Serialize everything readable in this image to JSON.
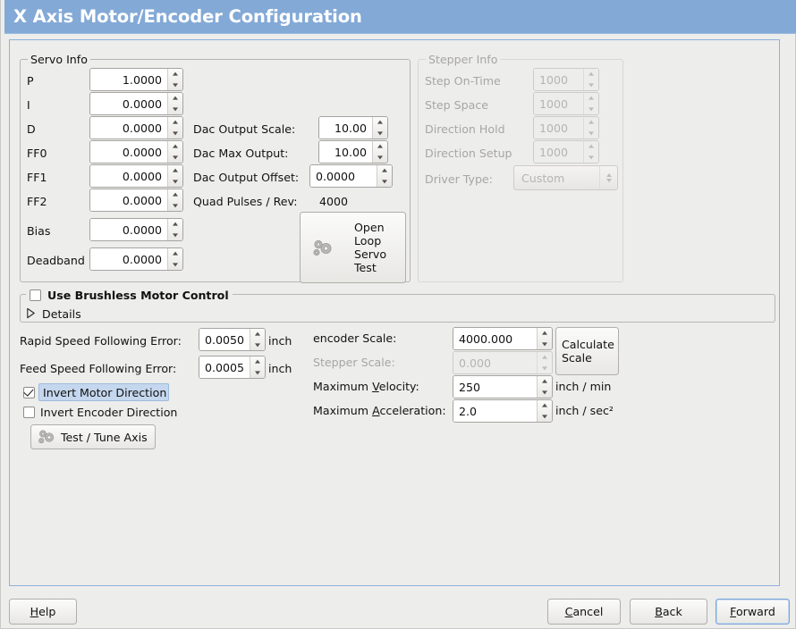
{
  "window": {
    "title": "X Axis Motor/Encoder Configuration",
    "title_bg": "#83a9d6",
    "title_fg": "#ffffff",
    "bg": "#ededec",
    "focus_frame_color": "#90b0d8"
  },
  "servo_info": {
    "legend": "Servo Info",
    "rows": [
      {
        "label": "P",
        "value": "1.0000"
      },
      {
        "label": "I",
        "value": "0.0000"
      },
      {
        "label": "D",
        "value": "0.0000"
      },
      {
        "label": "FF0",
        "value": "0.0000"
      },
      {
        "label": "FF1",
        "value": "0.0000"
      },
      {
        "label": "FF2",
        "value": "0.0000"
      },
      {
        "label": "Bias",
        "value": "0.0000"
      },
      {
        "label": "Deadband",
        "value": "0.0000"
      }
    ],
    "dac": [
      {
        "label": "Dac Output Scale:",
        "value": "10.00"
      },
      {
        "label": "Dac Max Output:",
        "value": "10.00"
      },
      {
        "label": "Dac Output Offset:",
        "value": "0.0000"
      }
    ],
    "quad_pulses": {
      "label": "Quad Pulses / Rev:",
      "value": "4000"
    },
    "open_loop_button": {
      "icon": "gears-icon",
      "lines": [
        "Open",
        "Loop",
        "Servo",
        "Test"
      ]
    }
  },
  "stepper_info": {
    "legend": "Stepper Info",
    "enabled": false,
    "rows": [
      {
        "label": "Step On-Time",
        "value": "1000"
      },
      {
        "label": "Step Space",
        "value": "1000"
      },
      {
        "label": "Direction Hold",
        "value": "1000"
      },
      {
        "label": "Direction Setup",
        "value": "1000"
      }
    ],
    "driver_type": {
      "label": "Driver Type:",
      "value": "Custom"
    }
  },
  "brushless": {
    "checkbox_label": "Use Brushless Motor Control",
    "checked": false,
    "details_label": "Details",
    "details_expanded": false
  },
  "tuning": {
    "rapid_error": {
      "label": "Rapid Speed Following Error:",
      "value": "0.0050",
      "unit": "inch"
    },
    "feed_error": {
      "label": "Feed Speed Following Error:",
      "value": "0.0005",
      "unit": "inch"
    },
    "invert_motor": {
      "label": "Invert Motor Direction",
      "checked": true,
      "focused": true
    },
    "invert_encoder": {
      "label": "Invert Encoder Direction",
      "checked": false,
      "focused": false
    },
    "test_tune_button": {
      "label": "Test / Tune Axis",
      "icon": "gears-icon"
    }
  },
  "scales": {
    "encoder_scale": {
      "label": "encoder Scale:",
      "value": "4000.000",
      "enabled": true
    },
    "stepper_scale": {
      "label": "Stepper Scale:",
      "value": "0.000",
      "enabled": false
    },
    "max_velocity": {
      "label_pre": "Maximum ",
      "label_accel": "V",
      "label_post": "elocity:",
      "value": "250",
      "unit": "inch / min"
    },
    "max_acceleration": {
      "label_pre": "Maximum ",
      "label_accel": "A",
      "label_post": "cceleration:",
      "value": "2.0",
      "unit": "inch / sec²"
    },
    "calculate_button": {
      "lines": [
        "Calculate",
        "Scale"
      ]
    }
  },
  "footer": {
    "help": {
      "accel": "H",
      "rest": "elp"
    },
    "cancel": {
      "accel": "C",
      "rest": "ancel"
    },
    "back": {
      "accel": "B",
      "rest": "ack"
    },
    "forward": {
      "accel": "F",
      "rest": "orward",
      "focused": true
    }
  }
}
